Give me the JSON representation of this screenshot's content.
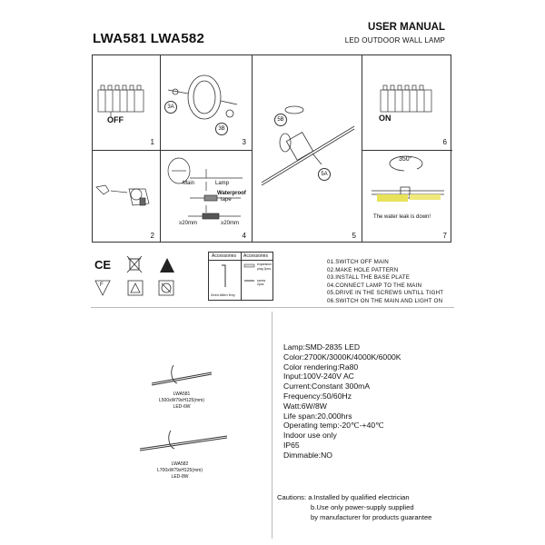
{
  "header": {
    "models": "LWA581 LWA582",
    "title": "USER MANUAL",
    "subtitle": "LED OUTDOOR WALL LAMP"
  },
  "panels": {
    "p1": {
      "number": "1",
      "label": "OFF"
    },
    "p2": {
      "number": "2"
    },
    "p3": {
      "number": "3",
      "callout_a": "3A",
      "callout_b": "3B"
    },
    "p4": {
      "number": "4",
      "main": "Main",
      "lamp": "Lamp",
      "waterproof": "Waterproof",
      "tape": "tape",
      "dim_left": "≥20mm",
      "dim_right": "≥20mm"
    },
    "p5": {
      "number": "5",
      "callout_a": "5A",
      "callout_b": "5B"
    },
    "p6": {
      "number": "6",
      "label": "ON"
    },
    "p7": {
      "number": "7",
      "angle": "350°",
      "note": "The water leak is down!"
    }
  },
  "accessories": {
    "header_left": "Accessories",
    "header_right": "Accessories",
    "item1": "2mm Allen Key",
    "item2a": "expansion",
    "item2b": "plug 2pcs",
    "item3": "screw 2pcs"
  },
  "steps": [
    "01.SWITCH OFF MAIN",
    "02.MAKE HOLE PATTERN",
    "03.INSTALL THE BASE PLATE",
    "04.CONNECT LAMP TO THE MAIN",
    "05.DRIVE IN THE SCREWS UNTILL TIGHT",
    "06.SWITCH ON THE MAIN AND LIGHT ON"
  ],
  "products": [
    {
      "model": "LWA581",
      "dims": "L500xW79xH125(mm)",
      "watt": "LED-6W"
    },
    {
      "model": "LWA582",
      "dims": "L700xW79xH125(mm)",
      "watt": "LED-8W"
    }
  ],
  "specs": [
    "Lamp:SMD-2835 LED",
    "Color:2700K/3000K/4000K/6000K",
    "Color rendering:Ra80",
    "Input:100V-240V AC",
    "Current:Constant 300mA",
    "Frequency:50/60Hz",
    "Watt:6W/8W",
    "Life span:20,000hrs",
    "Operating temp:-20℃-+40℃",
    "Indoor use only",
    "IP65",
    "Dimmable:NO"
  ],
  "cautions": [
    "Cautions: a.Installed by qualified electrician",
    "b.Use only power-supply supplied",
    "by manufacturer for products guarantee"
  ],
  "symbols": {
    "ce": "CE",
    "f": "F"
  }
}
